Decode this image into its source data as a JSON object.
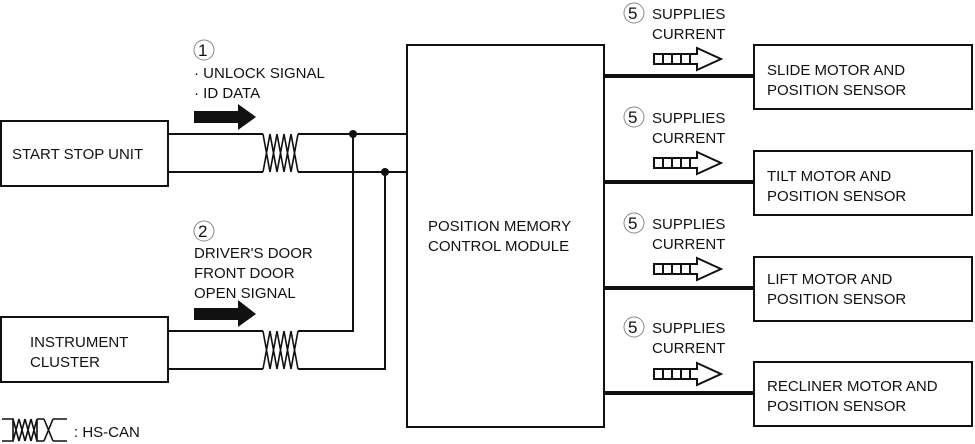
{
  "modules": {
    "start_stop_unit": {
      "label": "START STOP UNIT"
    },
    "instrument_cluster": {
      "lines": [
        "INSTRUMENT",
        "CLUSTER"
      ]
    },
    "pmcm": {
      "lines": [
        "POSITION MEMORY",
        "CONTROL MODULE"
      ]
    }
  },
  "signals": [
    {
      "number": "1",
      "lines": [
        "· UNLOCK SIGNAL",
        "· ID DATA"
      ]
    },
    {
      "number": "2",
      "lines": [
        "DRIVER'S DOOR",
        "FRONT DOOR",
        "OPEN SIGNAL"
      ]
    }
  ],
  "outputs": [
    {
      "number": "5",
      "lines": [
        "SUPPLIES",
        "CURRENT"
      ],
      "target": [
        "SLIDE MOTOR AND",
        "POSITION SENSOR"
      ]
    },
    {
      "number": "5",
      "lines": [
        "SUPPLIES",
        "CURRENT"
      ],
      "target": [
        "TILT MOTOR AND",
        "POSITION SENSOR"
      ]
    },
    {
      "number": "5",
      "lines": [
        "SUPPLIES",
        "CURRENT"
      ],
      "target": [
        "LIFT MOTOR AND",
        "POSITION SENSOR"
      ]
    },
    {
      "number": "5",
      "lines": [
        "SUPPLIES",
        "CURRENT"
      ],
      "target": [
        "RECLINER MOTOR AND",
        "POSITION SENSOR"
      ]
    }
  ],
  "legend": {
    "symbol": "twisted-pair-icon",
    "label": ": HS-CAN"
  },
  "icons": {
    "signal_arrow": "solid-arrow-right-icon",
    "current_arrow": "hollow-dashed-arrow-right-icon",
    "bus_symbol": "twisted-pair-icon",
    "junction": "junction-dot-icon"
  }
}
